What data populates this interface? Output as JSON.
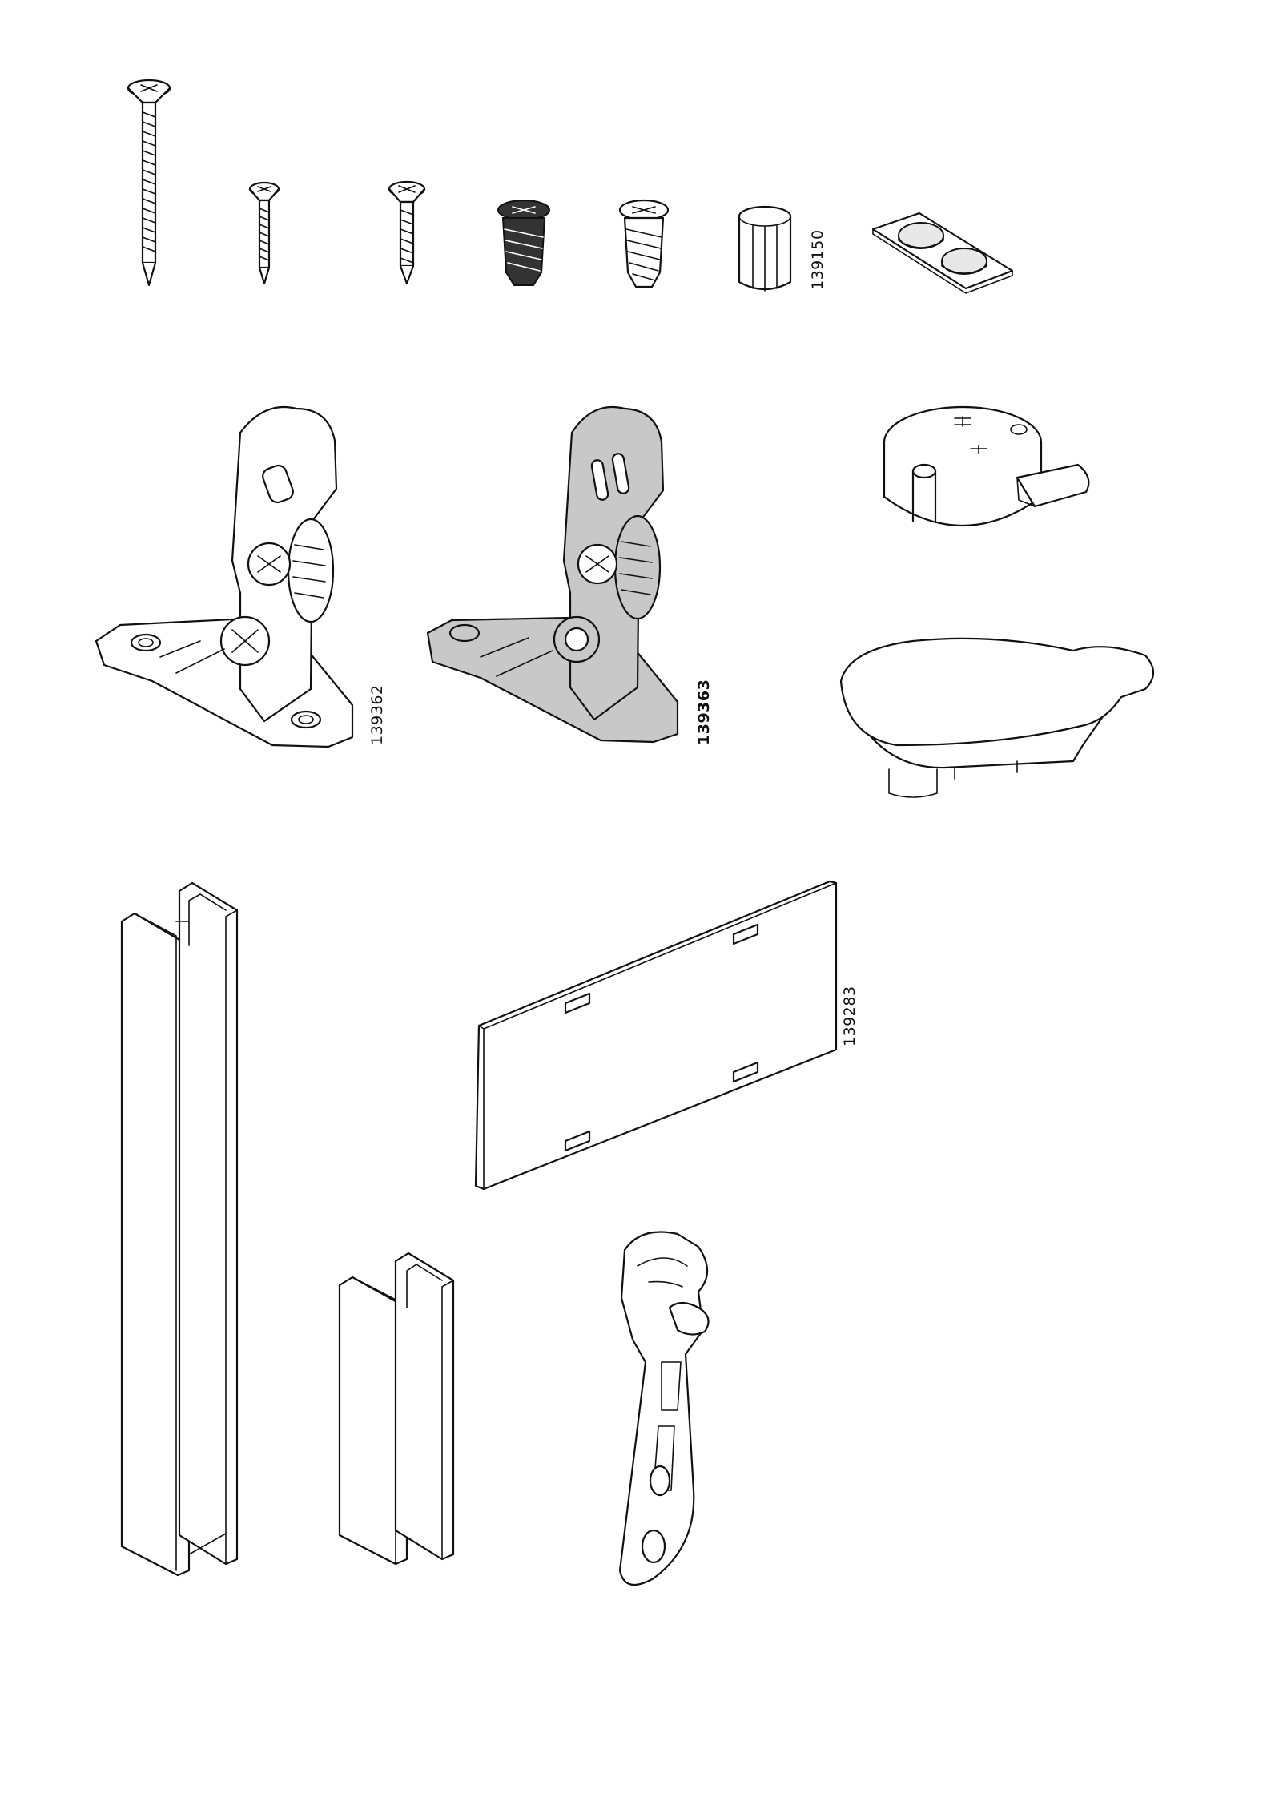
{
  "part_numbers": {
    "dowel": "139150",
    "hinge_plate_white": "139362",
    "hinge_plate_gray": "139363",
    "panel": "139283"
  },
  "colors": {
    "line": "#111111",
    "gray_part_fill": "#c8c8c8",
    "page": "#ffffff"
  }
}
